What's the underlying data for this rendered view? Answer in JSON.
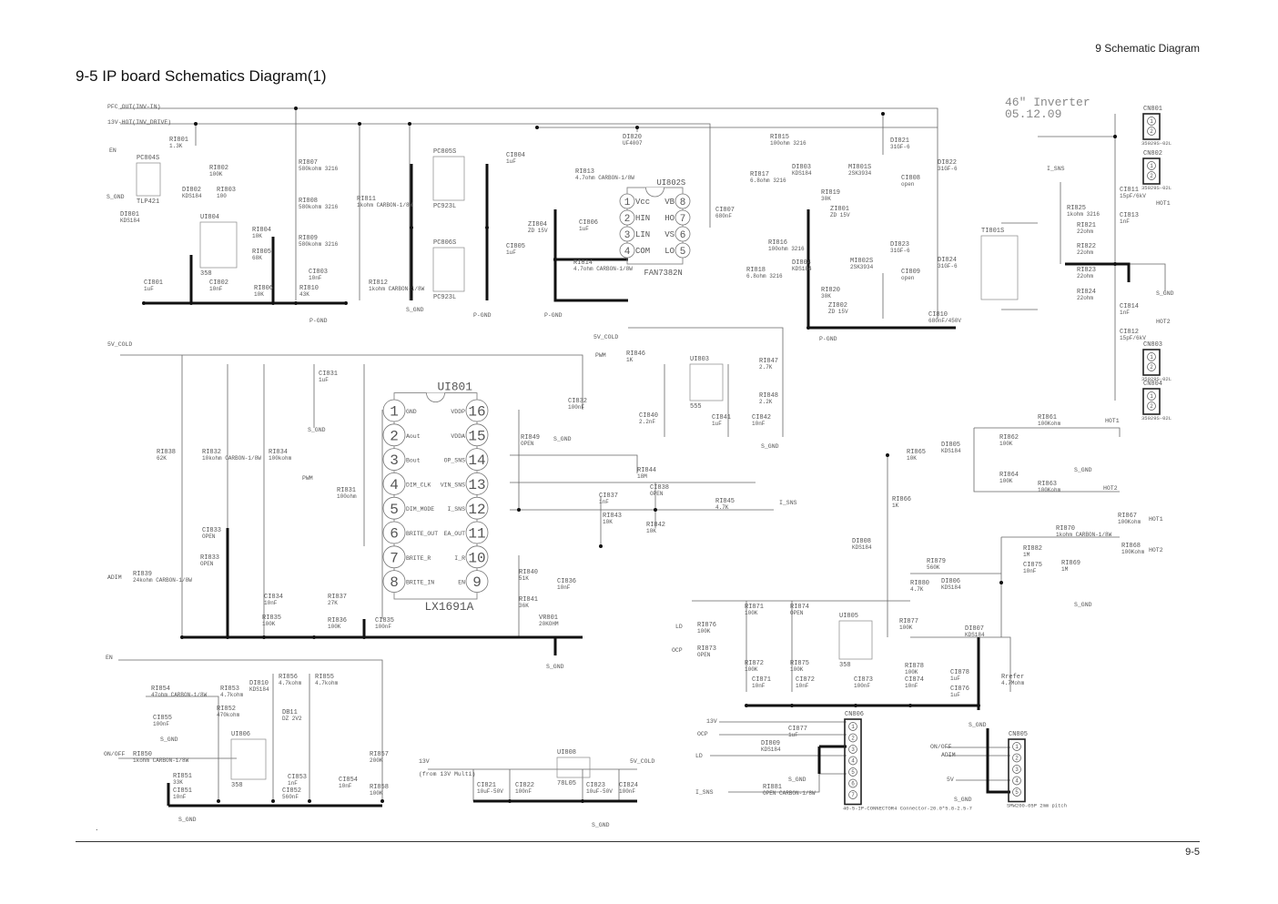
{
  "header": {
    "chapter_number": "9",
    "chapter_title": "Schematic Diagram"
  },
  "title": "9-5 IP board Schematics Diagram(1)",
  "footer": {
    "page": "9-5",
    "mark": "."
  },
  "schematic": {
    "revision": {
      "model": "46\" Inverter",
      "date": "05.12.09"
    },
    "ic_main": {
      "ref": "UI801",
      "part": "LX1691A",
      "left_pins": [
        {
          "num": "1",
          "name": "GND"
        },
        {
          "num": "2",
          "name": "Aout"
        },
        {
          "num": "3",
          "name": "Bout"
        },
        {
          "num": "4",
          "name": "DIM_CLK"
        },
        {
          "num": "5",
          "name": "DIM_MODE"
        },
        {
          "num": "6",
          "name": "BRITE_OUT"
        },
        {
          "num": "7",
          "name": "BRITE_R"
        },
        {
          "num": "8",
          "name": "BRITE_IN"
        }
      ],
      "right_pins": [
        {
          "num": "16",
          "name": "VDDP"
        },
        {
          "num": "15",
          "name": "VDDA"
        },
        {
          "num": "14",
          "name": "OP_SNS"
        },
        {
          "num": "13",
          "name": "VIN_SNS"
        },
        {
          "num": "12",
          "name": "I_SNS"
        },
        {
          "num": "11",
          "name": "EA_OUT"
        },
        {
          "num": "10",
          "name": "I_R"
        },
        {
          "num": "9",
          "name": "EN"
        }
      ]
    },
    "ic_driver": {
      "ref": "UI802S",
      "part": "FAN7382N",
      "left_pins": [
        {
          "num": "1",
          "name": "Vcc"
        },
        {
          "num": "2",
          "name": "HIN"
        },
        {
          "num": "3",
          "name": "LIN"
        },
        {
          "num": "4",
          "name": "COM"
        }
      ],
      "right_pins": [
        {
          "num": "8",
          "name": "VB"
        },
        {
          "num": "7",
          "name": "HO"
        },
        {
          "num": "6",
          "name": "VS"
        },
        {
          "num": "5",
          "name": "LO"
        }
      ]
    },
    "small_ics": [
      {
        "ref": "UI804",
        "part": "358"
      },
      {
        "ref": "UI803",
        "part": "555"
      },
      {
        "ref": "UI805",
        "part": "358"
      },
      {
        "ref": "UI806",
        "part": "358"
      },
      {
        "ref": "UI808",
        "part": "78L05"
      },
      {
        "ref": "PC805S",
        "part": "PC923L"
      },
      {
        "ref": "PC806S",
        "part": "PC923L"
      },
      {
        "ref": "PC804S",
        "part": "TLP421"
      },
      {
        "ref": "TI801S",
        "part": ""
      }
    ],
    "connectors": [
      {
        "ref": "CN801",
        "part": "35029S-02L",
        "pins": [
          "1",
          "2"
        ]
      },
      {
        "ref": "CN802",
        "part": "35029S-02L",
        "pins": [
          "1",
          "2"
        ]
      },
      {
        "ref": "CN803",
        "part": "35029S-02L",
        "pins": [
          "1",
          "2"
        ]
      },
      {
        "ref": "CN804",
        "part": "35029S-02L",
        "pins": [
          "1",
          "2"
        ]
      },
      {
        "ref": "CN806",
        "part": "40-5-IP-CONNECTOR4 Connector-20.0*5.8-2.5-7",
        "pins": [
          "1",
          "2",
          "3",
          "4",
          "5",
          "6",
          "7"
        ]
      },
      {
        "ref": "CN805",
        "part": "SMW200-05P 2mm pitch",
        "pins": [
          "1",
          "2",
          "3",
          "4",
          "5"
        ]
      }
    ],
    "parts": [
      {
        "ref": "RI801",
        "value": "1.3K"
      },
      {
        "ref": "RI802",
        "value": "100K"
      },
      {
        "ref": "DI802",
        "value": "KDS184"
      },
      {
        "ref": "RI803",
        "value": "100"
      },
      {
        "ref": "DI801",
        "value": "KDS184"
      },
      {
        "ref": "RI804",
        "value": "10K"
      },
      {
        "ref": "RI805",
        "value": "68K"
      },
      {
        "ref": "RI807",
        "value": "580kohm 3216"
      },
      {
        "ref": "RI808",
        "value": "580kohm 3216"
      },
      {
        "ref": "RI809",
        "value": "580kohm 3216"
      },
      {
        "ref": "CI801",
        "value": "1uF"
      },
      {
        "ref": "CI802",
        "value": "10nF"
      },
      {
        "ref": "RI806",
        "value": "10K"
      },
      {
        "ref": "RI810",
        "value": "43K"
      },
      {
        "ref": "CI803",
        "value": "10nF"
      },
      {
        "ref": "RI811",
        "value": "1kohm CARBON-1/8W"
      },
      {
        "ref": "RI812",
        "value": "1kohm CARBON-1/8W"
      },
      {
        "ref": "CI804",
        "value": "1uF"
      },
      {
        "ref": "CI805",
        "value": "1uF"
      },
      {
        "ref": "DI820",
        "value": "UF4007"
      },
      {
        "ref": "RI813",
        "value": "4.7ohm CARBON-1/8W"
      },
      {
        "ref": "ZI804",
        "value": "ZD 15V"
      },
      {
        "ref": "CI806",
        "value": "1uF"
      },
      {
        "ref": "RI814",
        "value": "4.7ohm CARBON-1/8W"
      },
      {
        "ref": "CI807",
        "value": "680nF"
      },
      {
        "ref": "RI815",
        "value": "100ohm 3216"
      },
      {
        "ref": "RI817",
        "value": "6.8ohm 3216"
      },
      {
        "ref": "DI803",
        "value": "KDS184"
      },
      {
        "ref": "MI801S",
        "value": "2SK3934"
      },
      {
        "ref": "DI821",
        "value": "31GF-6"
      },
      {
        "ref": "CI808",
        "value": "open"
      },
      {
        "ref": "RI819",
        "value": "30K"
      },
      {
        "ref": "ZI801",
        "value": "ZD 15V"
      },
      {
        "ref": "DI822",
        "value": "31GF-6"
      },
      {
        "ref": "RI816",
        "value": "100ohm 3216"
      },
      {
        "ref": "RI818",
        "value": "6.8ohm 3216"
      },
      {
        "ref": "DI804",
        "value": "KDS184"
      },
      {
        "ref": "MI802S",
        "value": "2SK3934"
      },
      {
        "ref": "DI823",
        "value": "31GF-6"
      },
      {
        "ref": "CI809",
        "value": "open"
      },
      {
        "ref": "RI820",
        "value": "30K"
      },
      {
        "ref": "ZI802",
        "value": "ZD 15V"
      },
      {
        "ref": "DI824",
        "value": "31GF-6"
      },
      {
        "ref": "CI810",
        "value": "680nF/450V"
      },
      {
        "ref": "RI825",
        "value": "1kohm 3216"
      },
      {
        "ref": "CI811",
        "value": "15pF/6kV"
      },
      {
        "ref": "CI813",
        "value": "1nF"
      },
      {
        "ref": "RI821",
        "value": "22ohm"
      },
      {
        "ref": "RI822",
        "value": "22ohm"
      },
      {
        "ref": "RI823",
        "value": "22ohm"
      },
      {
        "ref": "RI824",
        "value": "22ohm"
      },
      {
        "ref": "CI814",
        "value": "1nF"
      },
      {
        "ref": "CI812",
        "value": "15pF/6kV"
      },
      {
        "ref": "CI831",
        "value": "1uF"
      },
      {
        "ref": "CI832",
        "value": "100nF"
      },
      {
        "ref": "RI849",
        "value": "OPEN"
      },
      {
        "ref": "RI838",
        "value": "62K"
      },
      {
        "ref": "RI832",
        "value": "10kohm CARBON-1/8W"
      },
      {
        "ref": "RI834",
        "value": "100kohm"
      },
      {
        "ref": "RI831",
        "value": "100ohm"
      },
      {
        "ref": "CI833",
        "value": "OPEN"
      },
      {
        "ref": "RI833",
        "value": "OPEN"
      },
      {
        "ref": "RI839",
        "value": "24kohm CARBON-1/8W"
      },
      {
        "ref": "CI834",
        "value": "10nF"
      },
      {
        "ref": "RI837",
        "value": "27K"
      },
      {
        "ref": "RI835",
        "value": "100K"
      },
      {
        "ref": "RI836",
        "value": "100K"
      },
      {
        "ref": "CI835",
        "value": "100nF"
      },
      {
        "ref": "RI846",
        "value": "1K"
      },
      {
        "ref": "RI847",
        "value": "2.7K"
      },
      {
        "ref": "RI848",
        "value": "2.2K"
      },
      {
        "ref": "CI840",
        "value": "2.2nF"
      },
      {
        "ref": "CI841",
        "value": "1uF"
      },
      {
        "ref": "CI842",
        "value": "10nF"
      },
      {
        "ref": "RI844",
        "value": "18M"
      },
      {
        "ref": "CI838",
        "value": "OPEN"
      },
      {
        "ref": "CI837",
        "value": "1nF"
      },
      {
        "ref": "RI845",
        "value": "4.7K"
      },
      {
        "ref": "RI843",
        "value": "10K"
      },
      {
        "ref": "RI842",
        "value": "10K"
      },
      {
        "ref": "RI840",
        "value": "51K"
      },
      {
        "ref": "CI836",
        "value": "10nF"
      },
      {
        "ref": "RI841",
        "value": "36K"
      },
      {
        "ref": "VR801",
        "value": "20KOHM"
      },
      {
        "ref": "RI861",
        "value": "100Kohm"
      },
      {
        "ref": "DI805",
        "value": "KDS184"
      },
      {
        "ref": "RI862",
        "value": "100K"
      },
      {
        "ref": "RI865",
        "value": "10K"
      },
      {
        "ref": "RI864",
        "value": "100K"
      },
      {
        "ref": "RI863",
        "value": "100Kohm"
      },
      {
        "ref": "RI866",
        "value": "1K"
      },
      {
        "ref": "DI808",
        "value": "KDS184"
      },
      {
        "ref": "RI867",
        "value": "100Kohm"
      },
      {
        "ref": "RI870",
        "value": "1kohm CARBON-1/8W"
      },
      {
        "ref": "RI868",
        "value": "100Kohm"
      },
      {
        "ref": "RI882",
        "value": "1M"
      },
      {
        "ref": "RI869",
        "value": "1M"
      },
      {
        "ref": "CI875",
        "value": "10nF"
      },
      {
        "ref": "RI879",
        "value": "560K"
      },
      {
        "ref": "RI880",
        "value": "4.7K"
      },
      {
        "ref": "DI806",
        "value": "KDS184"
      },
      {
        "ref": "RI877",
        "value": "100K"
      },
      {
        "ref": "DI807",
        "value": "KDS184"
      },
      {
        "ref": "RI871",
        "value": "100K"
      },
      {
        "ref": "RI874",
        "value": "OPEN"
      },
      {
        "ref": "RI876",
        "value": "100K"
      },
      {
        "ref": "RI873",
        "value": "OPEN"
      },
      {
        "ref": "RI872",
        "value": "100K"
      },
      {
        "ref": "RI875",
        "value": "100K"
      },
      {
        "ref": "CI871",
        "value": "10nF"
      },
      {
        "ref": "CI872",
        "value": "10nF"
      },
      {
        "ref": "CI873",
        "value": "100nF"
      },
      {
        "ref": "CI874",
        "value": "10nF"
      },
      {
        "ref": "RI878",
        "value": "100K"
      },
      {
        "ref": "CI878",
        "value": "1uF"
      },
      {
        "ref": "CI876",
        "value": "1uF"
      },
      {
        "ref": "Rrefer",
        "value": "4.7Mohm"
      },
      {
        "ref": "CI877",
        "value": "1uF"
      },
      {
        "ref": "DI809",
        "value": "KDS184"
      },
      {
        "ref": "RI881",
        "value": "OPEN CARBON-1/8W"
      },
      {
        "ref": "RI854",
        "value": "47ohm CARBON-1/8W"
      },
      {
        "ref": "RI853",
        "value": "4.7kohm"
      },
      {
        "ref": "DI810",
        "value": "KDS184"
      },
      {
        "ref": "RI855",
        "value": "4.7kohm"
      },
      {
        "ref": "RI856",
        "value": "4.7kohm"
      },
      {
        "ref": "RI852",
        "value": "470kohm"
      },
      {
        "ref": "DB11",
        "value": "DZ 2V2"
      },
      {
        "ref": "CI855",
        "value": "100nF"
      },
      {
        "ref": "RI850",
        "value": "1kohm CARBON-1/8W"
      },
      {
        "ref": "RI851",
        "value": "33K"
      },
      {
        "ref": "CI851",
        "value": "10nF"
      },
      {
        "ref": "RI857",
        "value": "200K"
      },
      {
        "ref": "CI853",
        "value": "1nF"
      },
      {
        "ref": "CI854",
        "value": "10nF"
      },
      {
        "ref": "CI852",
        "value": "560nF"
      },
      {
        "ref": "RI858",
        "value": "100K"
      },
      {
        "ref": "CI821",
        "value": "10uF-50V"
      },
      {
        "ref": "CI822",
        "value": "100nF"
      },
      {
        "ref": "CI823",
        "value": "10uF-50V"
      },
      {
        "ref": "CI824",
        "value": "100nF"
      }
    ],
    "nets": [
      "PFC_OUT(INV-IN)",
      "13V-HOT(INV_DRIVE)",
      "EN",
      "S_GND",
      "P-GND",
      "S_GND",
      "P-GND",
      "P-GND",
      "5V_COLD",
      "S_GND",
      "S_GND",
      "PWM",
      "ADIM",
      "5V_COLD",
      "PWM",
      "S_GND",
      "I_SNS",
      "S_GND",
      "I_SNS",
      "HOT1",
      "HOT2",
      "S_GND",
      "P-GND",
      "HOT1",
      "S_GND",
      "HOT2",
      "HOT1",
      "HOT2",
      "S_GND",
      "LD",
      "OCP",
      "S_GND",
      "13V",
      "OCP",
      "LD",
      "S_GND",
      "I_SNS",
      "ON/OFF",
      "ADIM",
      "5V",
      "S_GND",
      "EN",
      "S_GND",
      "ON/OFF",
      "S_GND",
      "13V",
      "(from 13V Multi)",
      "5V_COLD",
      "S_GND"
    ]
  }
}
